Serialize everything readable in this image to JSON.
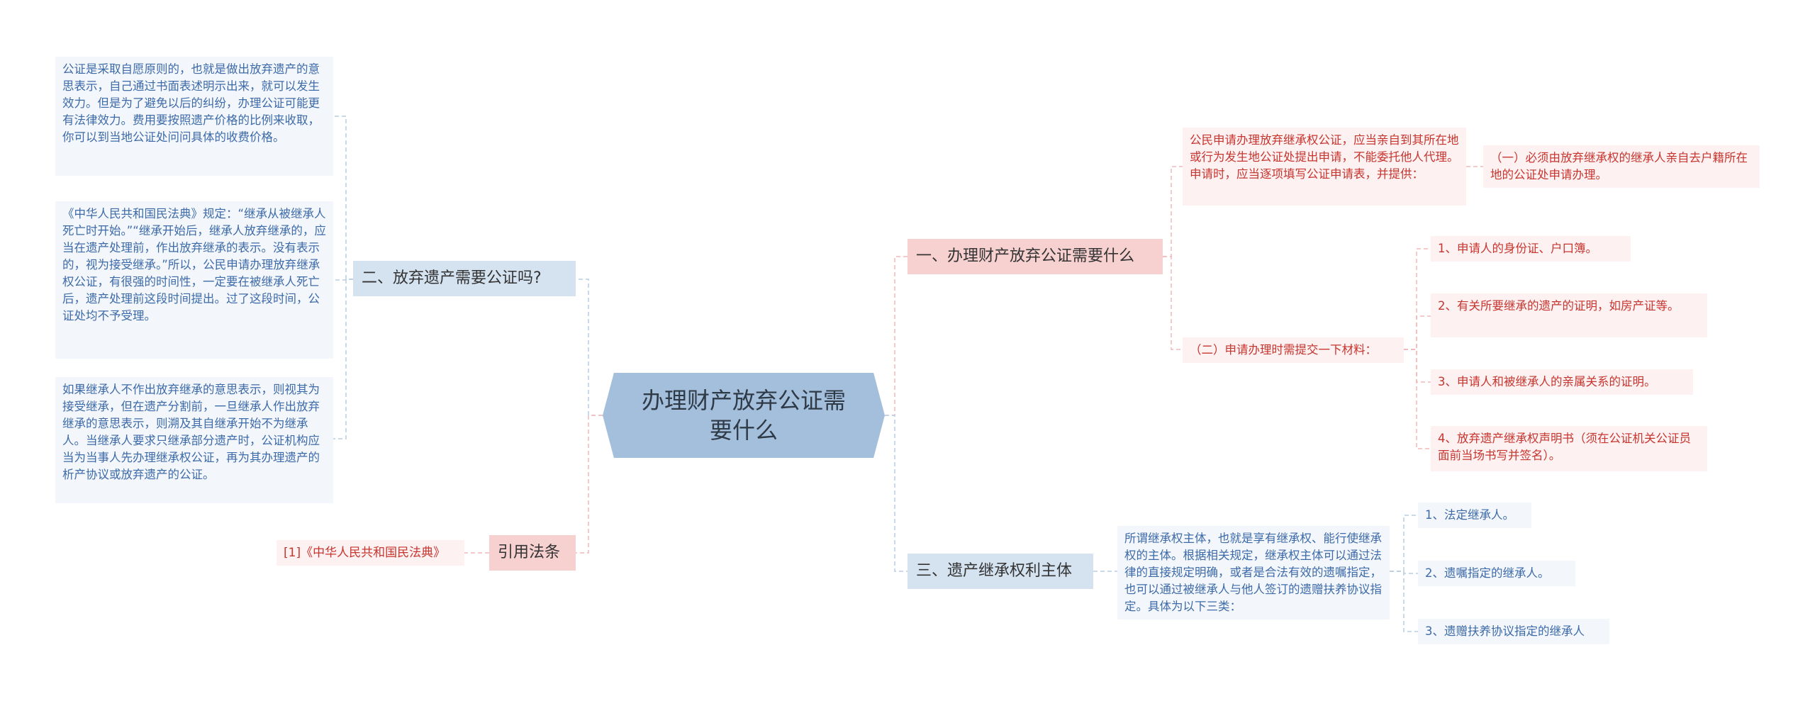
{
  "root": {
    "title": "办理财产放弃公证需要什么"
  },
  "left": {
    "branch1": {
      "label": "二、放弃遗产需要公证吗?",
      "notes": [
        "公证是采取自愿原则的，也就是做出放弃遗产的意思表示，自己通过书面表述明示出来，就可以发生效力。但是为了避免以后的纠纷，办理公证可能更有法律效力。费用要按照遗产价格的比例来收取，你可以到当地公证处问问具体的收费价格。",
        "《中华人民共和国民法典》规定：“继承从被继承人死亡时开始。”“继承开始后，继承人放弃继承的，应当在遗产处理前，作出放弃继承的表示。没有表示的，视为接受继承。”所以，公民申请办理放弃继承权公证，有很强的时间性，一定要在被继承人死亡后，遗产处理前这段时间提出。过了这段时间，公证处均不予受理。",
        "如果继承人不作出放弃继承的意思表示，则视其为接受继承，但在遗产分割前，一旦继承人作出放弃继承的意思表示，则溯及其自继承开始不为继承人。当继承人要求只继承部分遗产时，公证机构应当为当事人先办理继承权公证，再为其办理遗产的析产协议或放弃遗产的公证。"
      ]
    },
    "branch2": {
      "label": "引用法条",
      "notes": [
        "[1]《中华人民共和国民法典》"
      ]
    }
  },
  "right": {
    "branch1": {
      "label": "一、办理财产放弃公证需要什么",
      "sub1": {
        "text": "公民申请办理放弃继承权公证，应当亲自到其所在地或行为发生地公证处提出申请，不能委托他人代理。申请时，应当逐项填写公证申请表，并提供：",
        "child": "（一）必须由放弃继承权的继承人亲自去户籍所在地的公证处申请办理。"
      },
      "sub2": {
        "text": "（二）申请办理时需提交一下材料：",
        "items": [
          "1、申请人的身份证、户口簿。",
          "2、有关所要继承的遗产的证明，如房产证等。",
          "3、申请人和被继承人的亲属关系的证明。",
          "4、放弃遗产继承权声明书（须在公证机关公证员面前当场书写并签名）。"
        ]
      }
    },
    "branch2": {
      "label": "三、遗产继承权利主体",
      "sub": {
        "text": "所谓继承权主体，也就是享有继承权、能行使继承权的主体。根据相关规定，继承权主体可以通过法律的直接规定明确，或者是合法有效的遗嘱指定，也可以通过被继承人与他人签订的遗赠扶养协议指定。具体为以下三类：",
        "items": [
          "1、法定继承人。",
          "2、遗嘱指定的继承人。",
          "3、遗赠扶养协议指定的继承人"
        ]
      }
    }
  },
  "colors": {
    "red_line": "#f2b8b8",
    "blue_line": "#b9cde3",
    "root": "#a4bfdc"
  }
}
